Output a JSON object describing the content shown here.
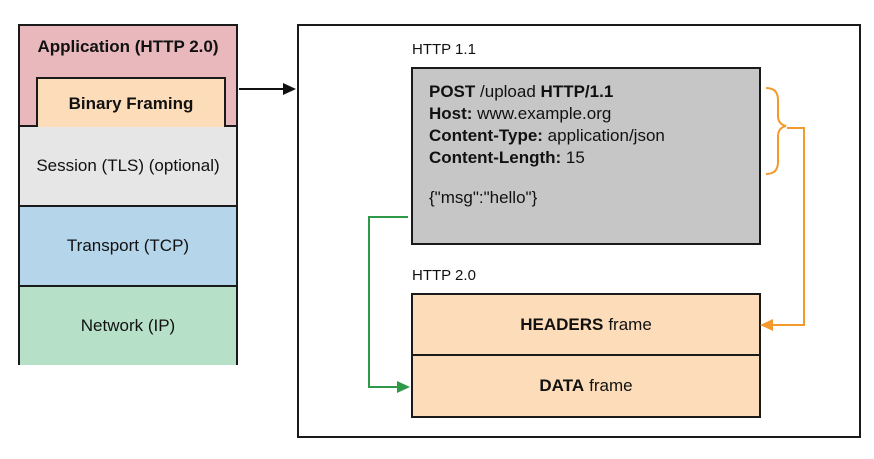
{
  "stack": {
    "application": "Application (HTTP 2.0)",
    "binary_framing": "Binary Framing",
    "session": "Session (TLS) (optional)",
    "transport": "Transport (TCP)",
    "network": "Network (IP)"
  },
  "http11": {
    "label": "HTTP 1.1",
    "method": "POST",
    "path": " /upload ",
    "version": "HTTP/1.1",
    "host_key": "Host:",
    "host_val": " www.example.org",
    "ctype_key": "Content-Type:",
    "ctype_val": " application/json",
    "clen_key": "Content-Length:",
    "clen_val": " 15",
    "body": "{\"msg\":\"hello\"}"
  },
  "http2": {
    "label": "HTTP 2.0",
    "headers_bold": "HEADERS",
    "headers_rest": "frame",
    "data_bold": "DATA",
    "data_rest": "frame"
  },
  "colors": {
    "application": "#e8b8bd",
    "binary_framing": "#fcdcb9",
    "session": "#e6e6e6",
    "transport": "#b5d5ea",
    "network": "#b7e0c8",
    "request_box": "#c6c6c6",
    "frames": "#fcdcb9",
    "orange_arrow": "#f29a2e",
    "green_arrow": "#2e9a48"
  }
}
